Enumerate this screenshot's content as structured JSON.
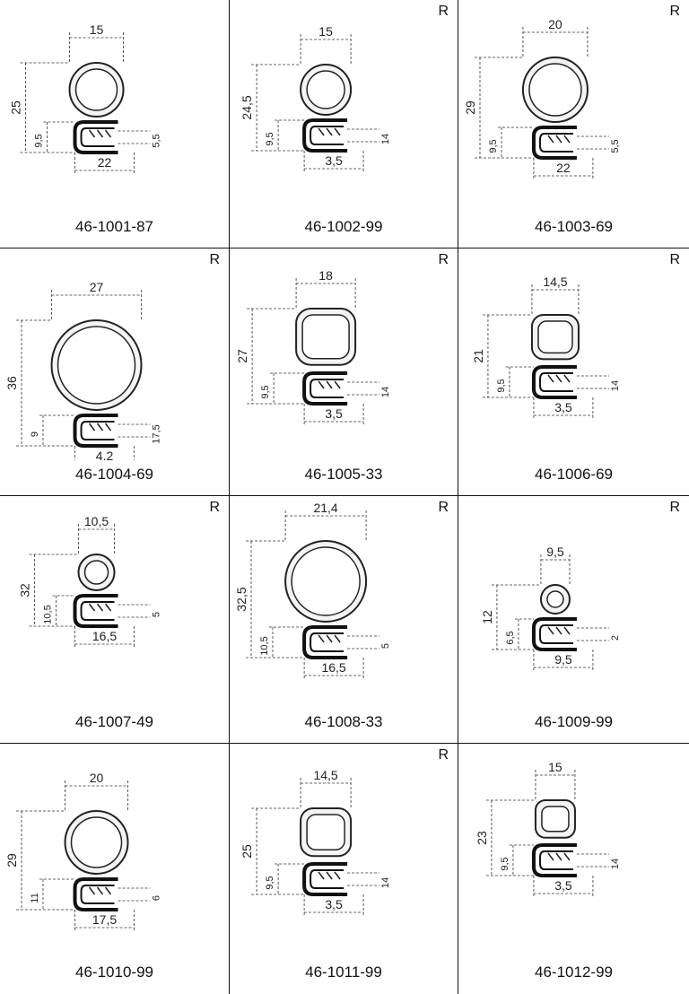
{
  "mark_r": "R",
  "profiles": [
    {
      "code": "46-1001-87",
      "r": false,
      "dims": [
        "15",
        "25",
        "9,5",
        "5,5",
        "22"
      ]
    },
    {
      "code": "46-1002-99",
      "r": true,
      "dims": [
        "15",
        "24,5",
        "9,5",
        "14",
        "3,5"
      ]
    },
    {
      "code": "46-1003-69",
      "r": true,
      "dims": [
        "20",
        "29",
        "9,5",
        "5,5",
        "22"
      ]
    },
    {
      "code": "46-1004-69",
      "r": true,
      "dims": [
        "27",
        "36",
        "9",
        "17,5",
        "4,2"
      ]
    },
    {
      "code": "46-1005-33",
      "r": true,
      "dims": [
        "18",
        "27",
        "9,5",
        "14",
        "3,5"
      ]
    },
    {
      "code": "46-1006-69",
      "r": true,
      "dims": [
        "14,5",
        "21",
        "9,5",
        "14",
        "3,5"
      ]
    },
    {
      "code": "46-1007-49",
      "r": true,
      "dims": [
        "10,5",
        "32",
        "10,5",
        "5",
        "16,5"
      ]
    },
    {
      "code": "46-1008-33",
      "r": true,
      "dims": [
        "21,4",
        "32,5",
        "10,5",
        "5",
        "16,5"
      ]
    },
    {
      "code": "46-1009-99",
      "r": true,
      "dims": [
        "9,5",
        "12",
        "6,5",
        "2",
        "9,5"
      ]
    },
    {
      "code": "46-1010-99",
      "r": false,
      "dims": [
        "20",
        "29",
        "11",
        "6",
        "17,5"
      ]
    },
    {
      "code": "46-1011-99",
      "r": true,
      "dims": [
        "14,5",
        "25",
        "9,5",
        "14",
        "3,5"
      ]
    },
    {
      "code": "46-1012-99",
      "r": false,
      "dims": [
        "15",
        "23",
        "9,5",
        "14",
        "3,5"
      ]
    }
  ]
}
